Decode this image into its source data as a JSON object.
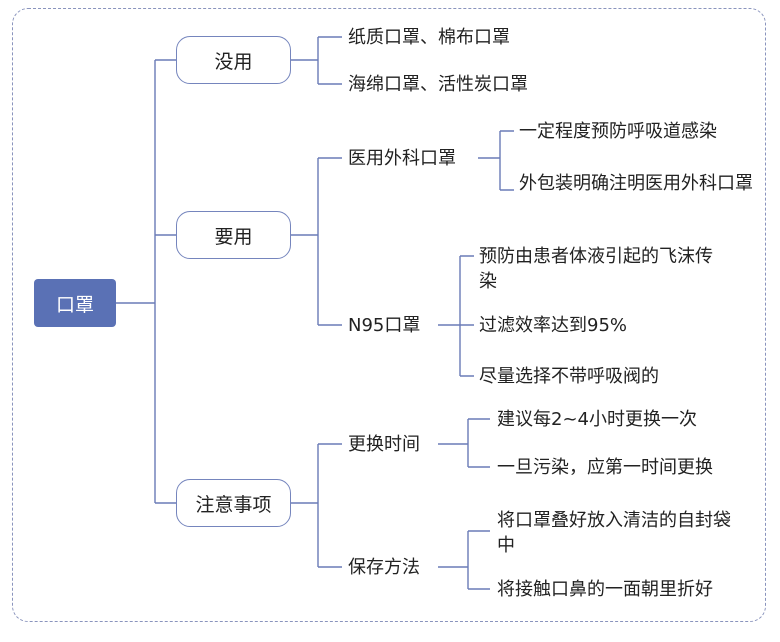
{
  "root": {
    "label": "口罩"
  },
  "categories": [
    {
      "label": "没用",
      "items": [
        {
          "label": "纸质口罩、棉布口罩"
        },
        {
          "label": "海绵口罩、活性炭口罩"
        }
      ]
    },
    {
      "label": "要用",
      "items": [
        {
          "label": "医用外科口罩",
          "notes": [
            "一定程度预防呼吸道感染",
            "外包装明确注明医用外科口罩"
          ]
        },
        {
          "label": "N95口罩",
          "notes": [
            "预防由患者体液引起的飞沫传染",
            "过滤效率达到95%",
            "尽量选择不带呼吸阀的"
          ]
        }
      ]
    },
    {
      "label": "注意事项",
      "items": [
        {
          "label": "更换时间",
          "notes": [
            "建议每2~4小时更换一次",
            "一旦污染，应第一时间更换"
          ]
        },
        {
          "label": "保存方法",
          "notes": [
            "将口罩叠好放入清洁的自封袋中",
            "将接触口鼻的一面朝里折好"
          ]
        }
      ]
    }
  ],
  "colors": {
    "root_fill": "#5a71b5",
    "line": "#6a7bb7",
    "border": "#8a94bd"
  }
}
